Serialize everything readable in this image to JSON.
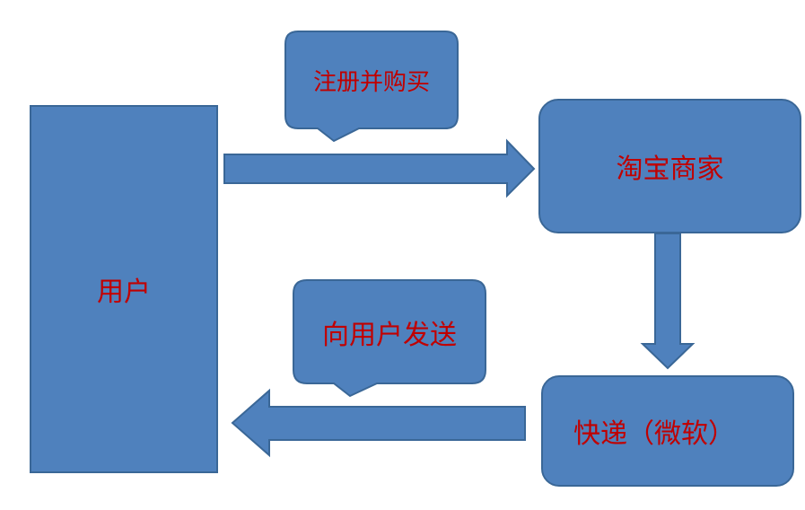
{
  "colors": {
    "fill": "#4F81BD",
    "stroke": "#3A6797",
    "text": "#C00000"
  },
  "nodes": {
    "user": "用户",
    "merchant": "淘宝商家",
    "express": "快递（微软）"
  },
  "callouts": {
    "register": "注册并购买",
    "deliver": "向用户发送"
  }
}
